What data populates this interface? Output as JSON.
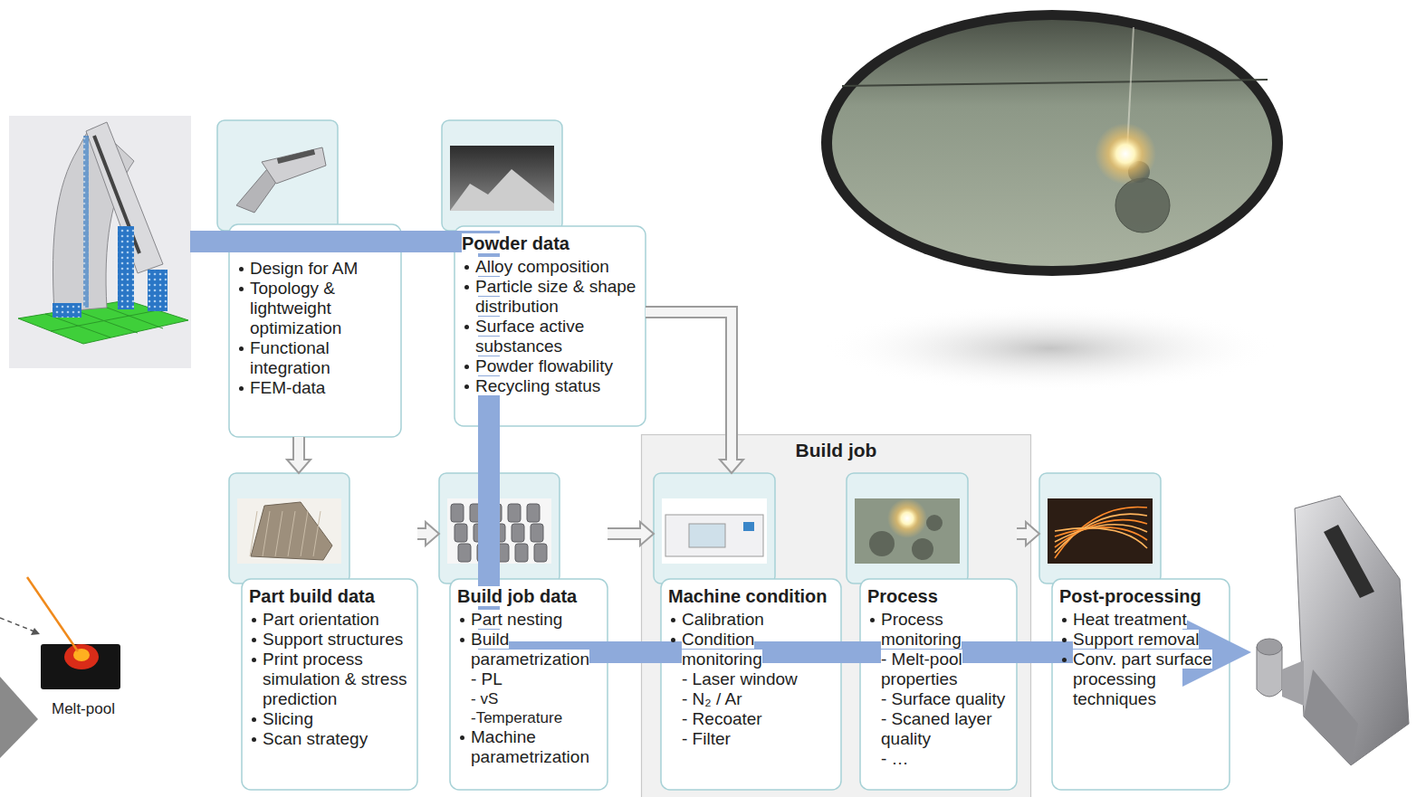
{
  "diagram": {
    "nodes": [
      {
        "text": [
          "Design for AM",
          "Topology & lightweight optimization",
          "Functional integration",
          "FEM-data"
        ]
      },
      {
        "text": [
          "Powder data",
          "Alloy composition",
          "Particle size & shape distribution",
          "Surface active substances",
          "Powder flowability",
          "Recycling status"
        ]
      },
      {
        "text": [
          "Part build data",
          "Part orientation",
          "Support structures",
          "Print process simulation & stress prediction",
          "Slicing",
          "Scan strategy"
        ]
      },
      {
        "text": [
          "Build job data",
          "Part nesting",
          "Build parametrization",
          "- PL",
          "- vS",
          "-Temperature",
          "Machine parametrization"
        ]
      },
      {
        "text": [
          "Build job"
        ]
      },
      {
        "text": [
          "Machine condition",
          "Calibration",
          "Condition monitoring",
          "- Laser window",
          "- N₂ / Ar",
          "- Recoater",
          "- Filter"
        ],
        "in": 4
      },
      {
        "text": [
          "Process",
          "Process monitoring",
          "- Melt-pool properties",
          "- Surface quality",
          "- Scaned layer quality",
          "- …"
        ],
        "in": 4
      },
      {
        "text": [
          "Post-processing",
          "Heat treatment",
          "Support removal",
          "Conv. part surface processing techniques"
        ]
      }
    ],
    "edges": [
      {
        "from": 0,
        "to": 2,
        "arrow": "to"
      },
      {
        "from": 2,
        "to": 3,
        "arrow": "to"
      },
      {
        "from": 3,
        "to": 5,
        "arrow": "to"
      },
      {
        "from": 1,
        "to": 5,
        "arrow": "to"
      },
      {
        "from": 6,
        "to": 7,
        "arrow": "to"
      }
    ],
    "labels": [
      "Melt-pool"
    ]
  }
}
